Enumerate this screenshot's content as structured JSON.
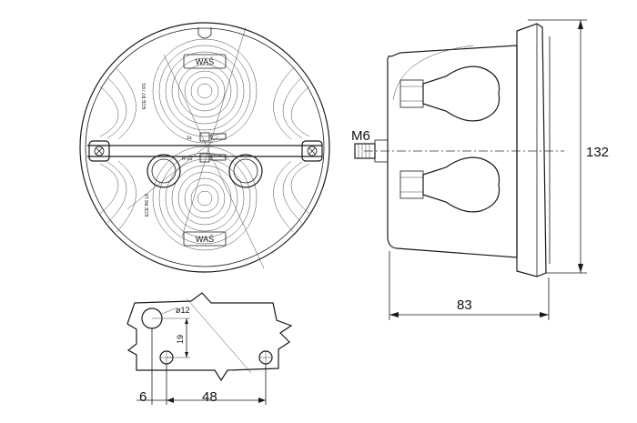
{
  "lamp": {
    "brand_top": "WAŚ",
    "brand_bottom": "WAŚ",
    "upper_mark": "ECE R7 / R1",
    "lower_mark": "ECE R6 L8",
    "small_mark_1": "1a",
    "small_mark_2": "R-S1"
  },
  "dimensions": {
    "thread": "M6",
    "height": "132",
    "depth": "83",
    "hole_diameter": "ø12",
    "vertical_offset": "19",
    "edge_offset": "6",
    "hole_spacing": "48"
  }
}
